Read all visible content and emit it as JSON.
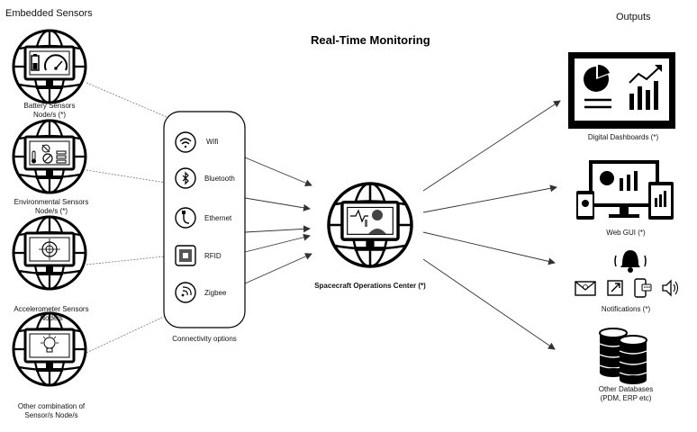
{
  "title": "Real-Time Monitoring",
  "headers": {
    "sensors": "Embedded Sensors",
    "outputs": "Outputs"
  },
  "sensors": [
    {
      "line1": "Battery Sensors",
      "line2": "Node/s (*)"
    },
    {
      "line1": "Environmental  Sensors",
      "line2": "Node/s (*)"
    },
    {
      "line1": "Accelerometer Sensors",
      "line2": "Node/s"
    },
    {
      "line1": "Other combination of",
      "line2": "Sensor/s Node/s"
    }
  ],
  "connectivity": {
    "items": [
      "Wifi",
      "Bluetooth",
      "Ethernet",
      "RFID",
      "Zigbee"
    ],
    "caption": "Connectivity options"
  },
  "center": {
    "label": "Spacecraft Operations Center  (*)"
  },
  "outputs": [
    {
      "line1": "Digital Dashboards (*)",
      "line2": ""
    },
    {
      "line1": "Web GUI  (*)",
      "line2": ""
    },
    {
      "line1": "Notifications  (*)",
      "line2": ""
    },
    {
      "line1": "Other Databases",
      "line2": "(PDM, ERP etc)"
    }
  ]
}
